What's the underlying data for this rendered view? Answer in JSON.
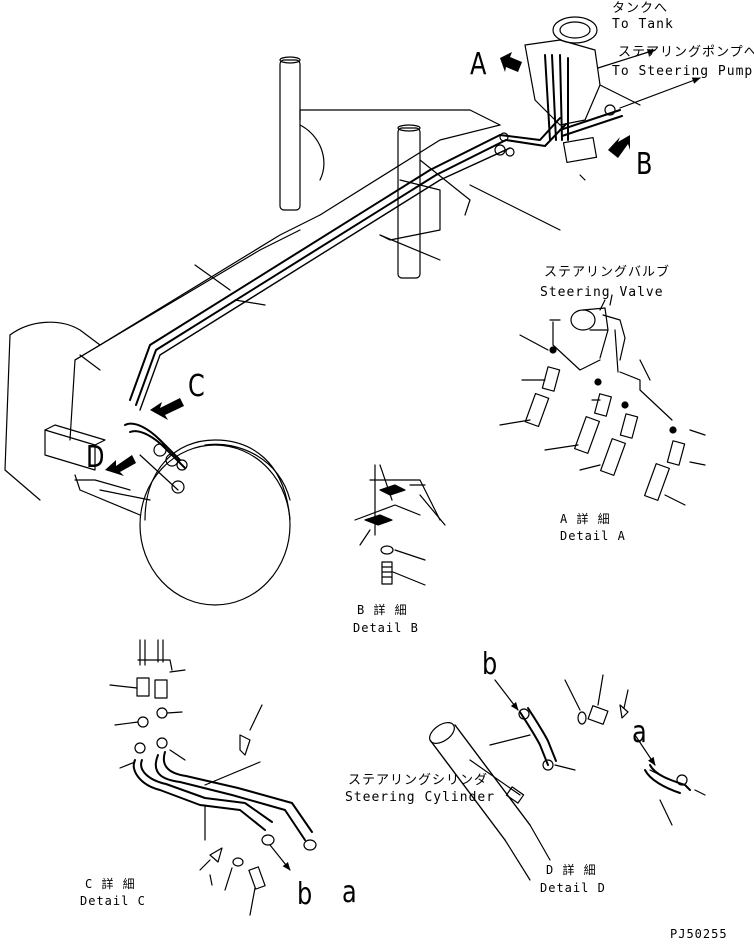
{
  "callouts": {
    "a_main": "A",
    "b_main": "B",
    "c_main": "C",
    "d_main": "D",
    "b_lower": "b",
    "a_lower_c": "a",
    "b_lower_c": "b",
    "a_lower_d": "a"
  },
  "labels": {
    "to_tank_jp": "タンクへ",
    "to_tank_en": "To Tank",
    "to_pump_jp": "ステアリングポンプへ",
    "to_pump_en": "To Steering Pump",
    "valve_jp": "ステアリングバルブ",
    "valve_en": "Steering Valve",
    "cylinder_jp": "ステアリングシリンダ",
    "cylinder_en": "Steering Cylinder"
  },
  "details": {
    "a_jp": "A 詳 細",
    "a_en": "Detail A",
    "b_jp": "B 詳 細",
    "b_en": "Detail B",
    "c_jp": "C 詳 細",
    "c_en": "Detail C",
    "d_jp": "D 詳 細",
    "d_en": "Detail D"
  },
  "part_code": "PJ50255"
}
